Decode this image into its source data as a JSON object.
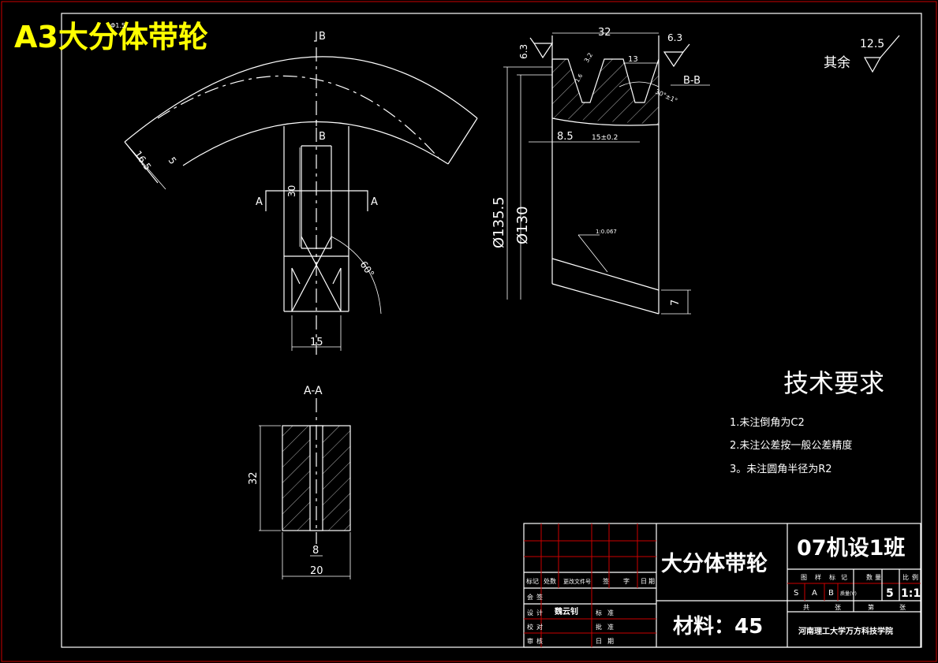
{
  "sheet_title": "A3大分体带轮",
  "small_note": "Φ1.5",
  "views": {
    "front": {
      "section_b": "B",
      "section_a": "A",
      "dims": {
        "d_16_5": "16.5",
        "d_5": "5",
        "d_30": "30",
        "d_60": "60°",
        "d_15": "15"
      }
    },
    "section_aa": {
      "label": "A-A",
      "dims": {
        "d_32": "32",
        "d_8": "8",
        "d_20": "20"
      }
    },
    "section_bb": {
      "label": "B-B",
      "dims": {
        "d_32": "32",
        "d_13": "13",
        "d_8_5": "8.5",
        "d_15": "15±0.2",
        "d_phi135": "Ø135.5",
        "d_phi130": "Ø130",
        "d_7": "7",
        "angle": "30°±1°",
        "rough_63_left": "6.3",
        "rough_63_right": "6.3",
        "rough_32": "3.2",
        "rough_small": "1.6",
        "taper": "1:0.067"
      }
    }
  },
  "roughness_general": {
    "value": "12.5",
    "label": "其余"
  },
  "tech_requirements": {
    "title": "技术要求",
    "items": [
      "1.未注倒角为C2",
      "2.未注公差按一般公差精度",
      "3。未注圆角半径为R2"
    ]
  },
  "title_block": {
    "part_name": "大分体带轮",
    "class_name": "07机设1班",
    "material": "材料：45",
    "school": "河南理工大学万方科技学院",
    "designer": "魏云钊",
    "revision_headers": [
      "标记",
      "处数",
      "更改文件号",
      "签",
      "字",
      "日",
      "期"
    ],
    "left_labels": [
      "会",
      "签",
      "设",
      "计",
      "校",
      "对",
      "审",
      "核"
    ],
    "mid_labels": [
      "标",
      "准",
      "批",
      "准",
      "日",
      "期"
    ],
    "stage_header": [
      "图",
      "样",
      "标",
      "记",
      "数",
      "量",
      "比",
      "例"
    ],
    "stage_marks": [
      "S",
      "A",
      "B",
      "质量(V)"
    ],
    "quantity": "5",
    "scale": "1:1",
    "sheet_labels": [
      "共",
      "张",
      "第",
      "张"
    ]
  }
}
